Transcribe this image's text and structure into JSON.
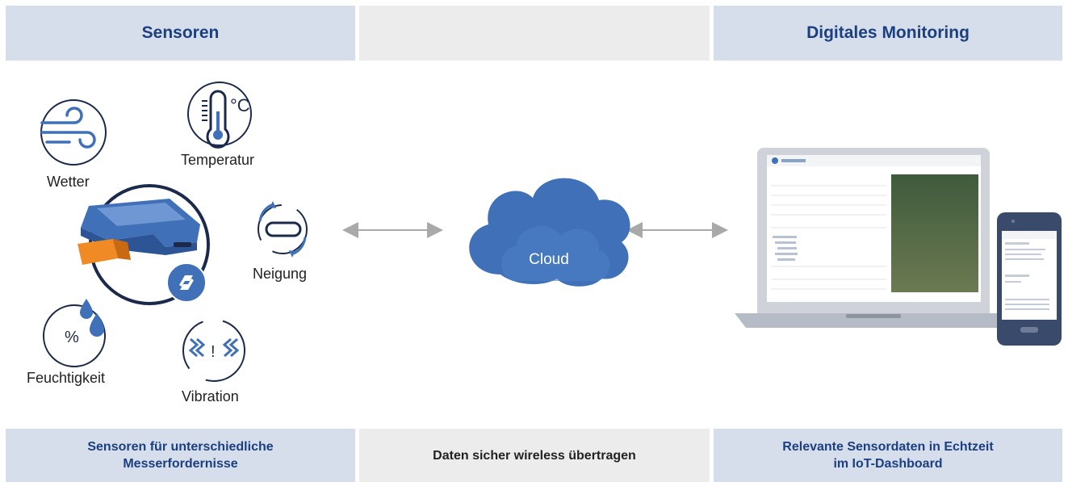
{
  "header": {
    "left": "Sensoren",
    "right": "Digitales Monitoring"
  },
  "sensors": {
    "weather": "Wetter",
    "temperature": "Temperatur",
    "temperature_unit": "°C",
    "tilt": "Neigung",
    "humidity": "Feuchtigkeit",
    "humidity_symbol": "%",
    "vibration": "Vibration",
    "vibration_symbol": "!"
  },
  "cloud": {
    "label": "Cloud"
  },
  "footer": {
    "left_line1": "Sensoren für unterschiedliche",
    "left_line2": "Messerfordernisse",
    "center": "Daten sicher wireless übertragen",
    "right_line1": "Relevante Sensordaten in Echtzeit",
    "right_line2": "im IoT-Dashboard"
  },
  "colors": {
    "navy": "#1b2a4a",
    "blue": "#3f70b8",
    "band_blue": "#d6deec",
    "band_gray": "#ececec",
    "title_blue": "#1b3f7f",
    "sensor_orange": "#f08a24"
  },
  "icons": [
    "wind-icon",
    "thermometer-icon",
    "tilt-icon",
    "humidity-icon",
    "vibration-icon",
    "sensor-device",
    "cloud-icon",
    "laptop-icon",
    "phone-icon"
  ]
}
